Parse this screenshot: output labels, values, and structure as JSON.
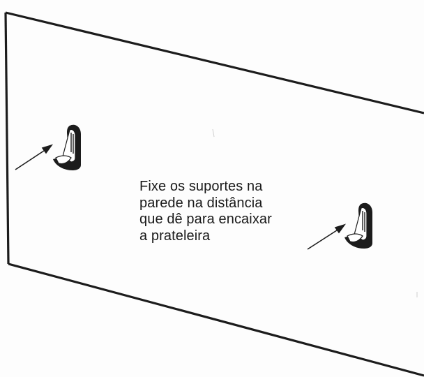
{
  "instruction": {
    "lines": [
      "Fixe os suportes na",
      "parede na distância",
      "que dê para encaixar",
      "a prateleira"
    ]
  },
  "colors": {
    "line": "#1c1c1c",
    "background": "#fdfdfd"
  },
  "icons": [
    "shelf-bracket-icon",
    "arrow-icon"
  ]
}
